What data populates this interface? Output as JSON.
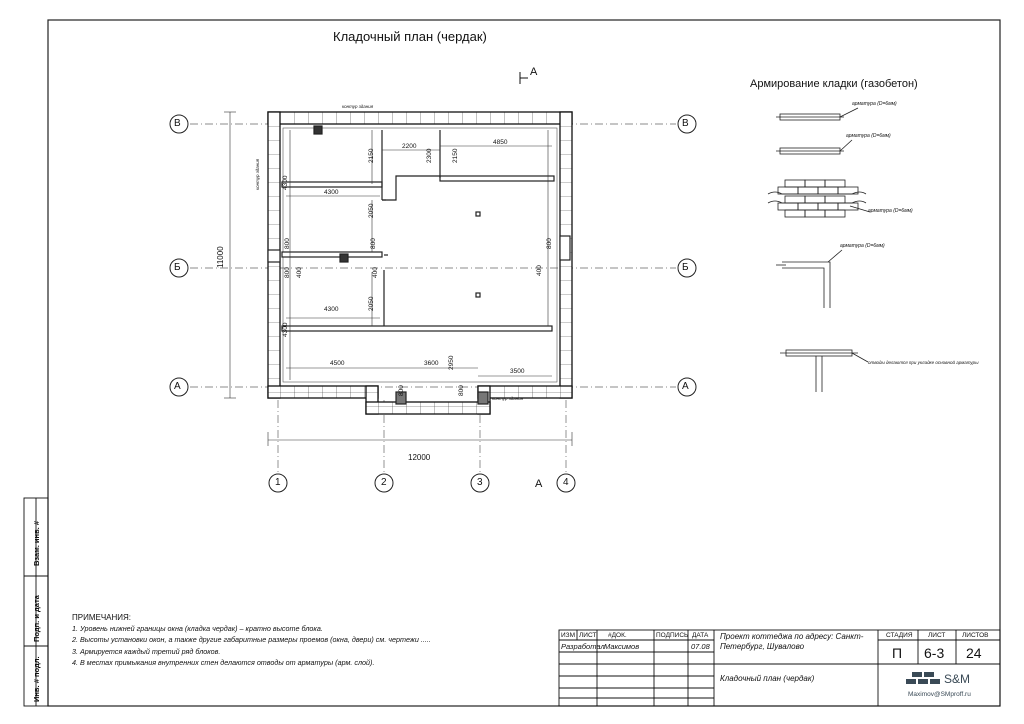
{
  "sheet_title": "Кладочный план (чердак)",
  "section_mark": "А",
  "section_mark_bottom": "А",
  "reinforcement": {
    "title": "Армирование кладки (газобетон)",
    "labels": [
      "арматура (D=6мм)",
      "арматура (D=6мм)",
      "арматура (D=6мм)",
      "арматура (D=6мм)",
      "отводы делаются при укладке основной арматуры"
    ]
  },
  "axes": {
    "rows": [
      "В",
      "Б",
      "А"
    ],
    "cols": [
      "1",
      "2",
      "3",
      "4"
    ]
  },
  "dimensions": {
    "overall_width": "12000",
    "overall_height": "11000",
    "d2200": "2200",
    "d4850": "4850",
    "d2150a": "2150",
    "d2300": "2300",
    "d2150b": "2150",
    "d4300a": "4300",
    "d4300b": "4300",
    "d4300c": "4300",
    "d4300d": "4300",
    "d2050a": "2050",
    "d2050b": "2050",
    "d800a": "800",
    "d800b": "800",
    "d800c": "800",
    "d800d": "800",
    "d400a": "400",
    "d400b": "400",
    "d400c": "400",
    "d4500": "4500",
    "d3600": "3600",
    "d2950": "2950",
    "d3500": "3500",
    "d800e": "800",
    "d800f": "800",
    "contour1": "контур здания",
    "contour2": "контур здания",
    "contour3": "контур здания"
  },
  "notes": {
    "heading": "ПРИМЕЧАНИЯ:",
    "items": [
      "1. Уровень нижней границы окна (кладка чердак) – кратно высоте блока.",
      "2. Высоты установки окон, а также другие габаритные размеры проемов (окна, двери) см. чертежи .....",
      "3. Армируется каждый третий ряд блоков.",
      "4. В местах примыкания внутренних стен делаются отводы от арматуры (арм. слой)."
    ]
  },
  "side_stamp": {
    "l1": "Взам. инв. #",
    "l2": "Подп. и дата",
    "l3": "Инв. # подл."
  },
  "title_block": {
    "h_izm": "ИЗМ",
    "h_list": "ЛИСТ",
    "h_doc": "#ДОК.",
    "h_sign": "ПОДПИСЬ",
    "h_date": "ДАТА",
    "role": "Разработал",
    "author": "Максимов",
    "date": "07.08",
    "project": "Проект коттеджа по адресу: Санкт- Петербург, Шувалово",
    "drawing": "Кладочный план (чердак)",
    "h_stage": "СТАДИЯ",
    "h_sheet": "ЛИСТ",
    "h_sheets": "ЛИСТОВ",
    "stage": "П",
    "sheet": "6-3",
    "sheets": "24",
    "company": "S&M",
    "email": "Maximov@SMproff.ru"
  },
  "colors": {
    "ink": "#1a1a1a",
    "wall_fill": "#ffffff",
    "logo": "#3a4a56"
  }
}
